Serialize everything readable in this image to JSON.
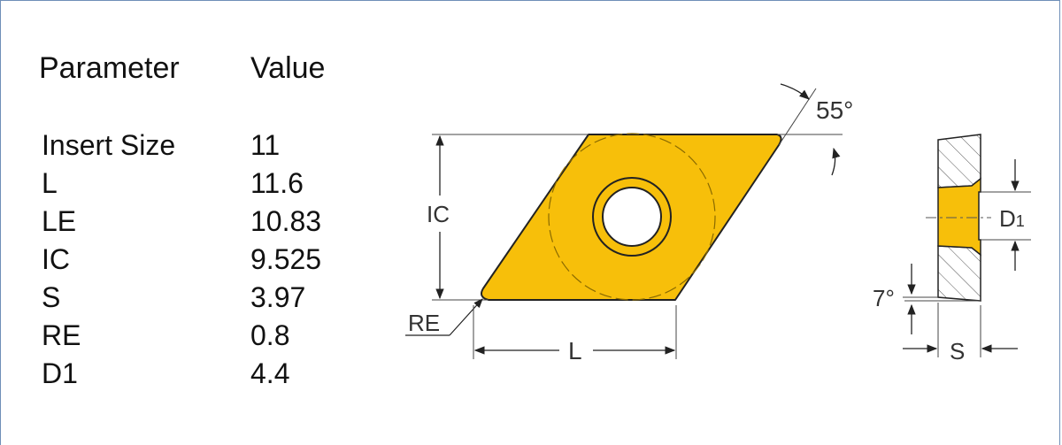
{
  "table": {
    "header": {
      "parameter": "Parameter",
      "value": "Value"
    },
    "rows": [
      {
        "parameter": "Insert Size",
        "value": "11"
      },
      {
        "parameter": "L",
        "value": "11.6"
      },
      {
        "parameter": "LE",
        "value": "10.83"
      },
      {
        "parameter": "IC",
        "value": "9.525"
      },
      {
        "parameter": "S",
        "value": "3.97"
      },
      {
        "parameter": "RE",
        "value": "0.8"
      },
      {
        "parameter": "D1",
        "value": "4.4"
      }
    ]
  },
  "diagram": {
    "angle_label": "55°",
    "ic_label": "IC",
    "re_label": "RE",
    "l_label": "L",
    "d1_label": "D",
    "d1_subscript": "1",
    "clearance_label": "7°",
    "s_label": "S",
    "insert_color": "#f7bf0a"
  }
}
